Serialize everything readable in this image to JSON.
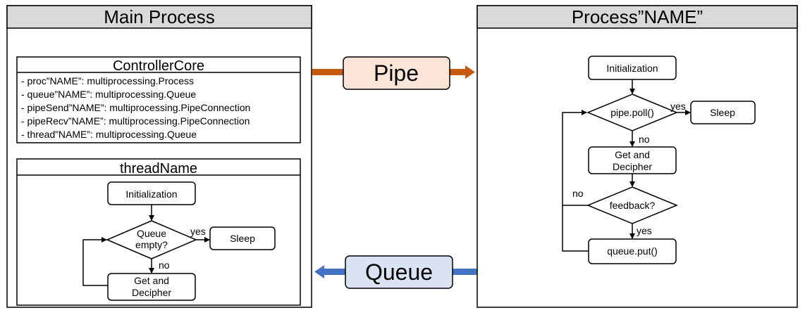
{
  "main_process": {
    "title": "Main Process",
    "controller_core": {
      "title": "ControllerCore",
      "attributes": [
        "- proc”NAME”: multiprocessing.Process",
        "- queue”NAME”: multiprocessing.Queue",
        "- pipeSend”NAME”: multiprocessing.PipeConnection",
        "- pipeRecv”NAME”: multiprocessing.PipeConnection",
        "- thread”NAME”: multiprocessing.Queue"
      ]
    },
    "thread": {
      "title": "threadName",
      "init": "Initialization",
      "decision": [
        "Queue",
        "empty?"
      ],
      "yes": "yes",
      "no": "no",
      "sleep": "Sleep",
      "get": [
        "Get and",
        "Decipher"
      ]
    }
  },
  "pipe_label": "Pipe",
  "queue_label": "Queue",
  "named_process": {
    "title": "Process”NAME”",
    "init": "Initialization",
    "decision_poll": "pipe.poll()",
    "yes_poll": "yes",
    "sleep": "Sleep",
    "no_poll": "no",
    "get": [
      "Get and",
      "Decipher"
    ],
    "decision_feedback": "feedback?",
    "no_feedback": "no",
    "yes_feedback": "yes",
    "put": "queue.put()"
  },
  "colors": {
    "header_fill": "#d9d9d9",
    "pipe_fill": "#fbe5d6",
    "pipe_arrow": "#c55a11",
    "queue_fill": "#dae3f3",
    "queue_arrow": "#4472c4"
  }
}
